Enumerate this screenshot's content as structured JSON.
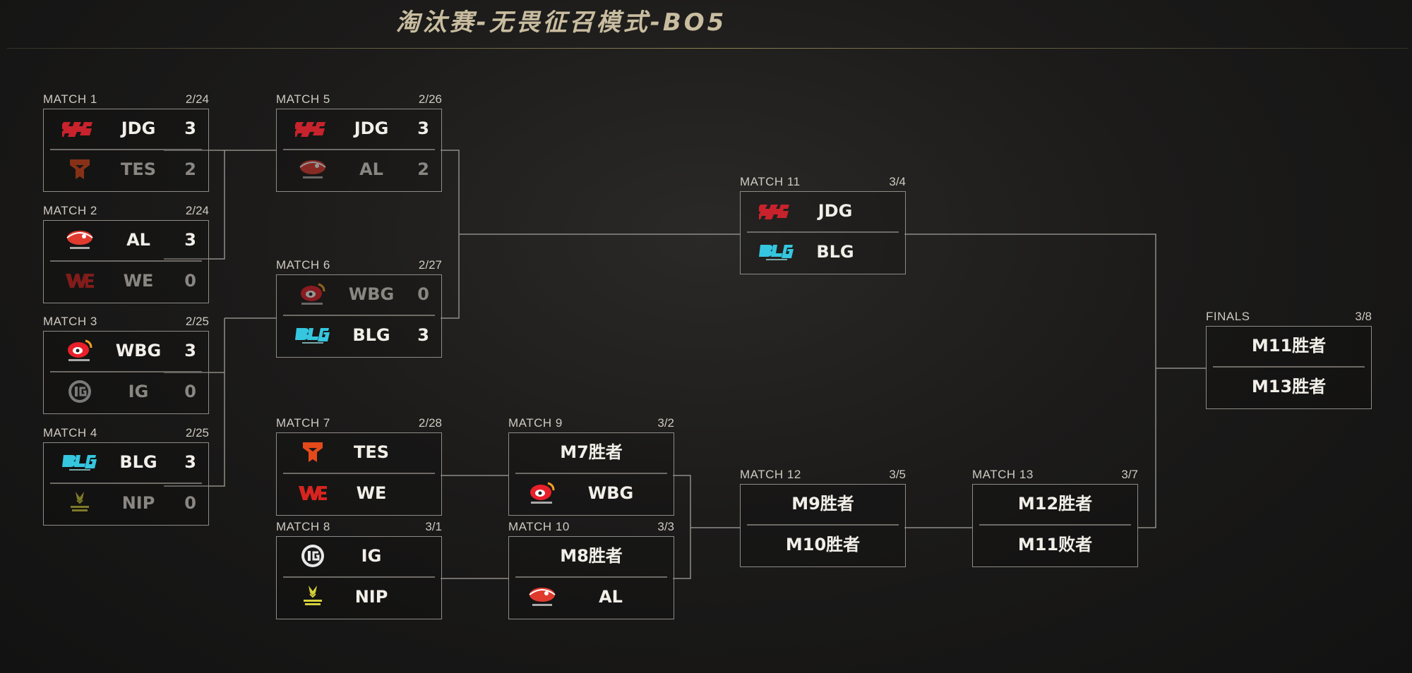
{
  "title": "淘汰赛-无畏征召模式-BO5",
  "colors": {
    "line": "#8f8c86",
    "jdg": "#c8232c",
    "tes": "#e44a1c",
    "al": "#e03a2f",
    "we": "#d8241f",
    "wbg": "#e8202a",
    "blg": "#35c6e0",
    "ig": "#cfcfcf",
    "nip": "#d6d03a"
  },
  "matches": {
    "m1": {
      "label": "MATCH 1",
      "date": "2/24",
      "teams": [
        {
          "name": "JDG",
          "score": "3",
          "logo": "jdg-logo"
        },
        {
          "name": "TES",
          "score": "2",
          "logo": "tes-logo"
        }
      ]
    },
    "m2": {
      "label": "MATCH 2",
      "date": "2/24",
      "teams": [
        {
          "name": "AL",
          "score": "3",
          "logo": "al-logo"
        },
        {
          "name": "WE",
          "score": "0",
          "logo": "we-logo"
        }
      ]
    },
    "m3": {
      "label": "MATCH 3",
      "date": "2/25",
      "teams": [
        {
          "name": "WBG",
          "score": "3",
          "logo": "wbg-logo"
        },
        {
          "name": "IG",
          "score": "0",
          "logo": "ig-logo"
        }
      ]
    },
    "m4": {
      "label": "MATCH 4",
      "date": "2/25",
      "teams": [
        {
          "name": "BLG",
          "score": "3",
          "logo": "blg-logo"
        },
        {
          "name": "NIP",
          "score": "0",
          "logo": "nip-logo"
        }
      ]
    },
    "m5": {
      "label": "MATCH 5",
      "date": "2/26",
      "teams": [
        {
          "name": "JDG",
          "score": "3",
          "logo": "jdg-logo"
        },
        {
          "name": "AL",
          "score": "2",
          "logo": "al-logo"
        }
      ]
    },
    "m6": {
      "label": "MATCH 6",
      "date": "2/27",
      "teams": [
        {
          "name": "WBG",
          "score": "0",
          "logo": "wbg-logo"
        },
        {
          "name": "BLG",
          "score": "3",
          "logo": "blg-logo"
        }
      ]
    },
    "m7": {
      "label": "MATCH 7",
      "date": "2/28",
      "teams": [
        {
          "name": "TES",
          "logo": "tes-logo"
        },
        {
          "name": "WE",
          "logo": "we-logo"
        }
      ]
    },
    "m8": {
      "label": "MATCH 8",
      "date": "3/1",
      "teams": [
        {
          "name": "IG",
          "logo": "ig-logo"
        },
        {
          "name": "NIP",
          "logo": "nip-logo"
        }
      ]
    },
    "m9": {
      "label": "MATCH 9",
      "date": "3/2",
      "teams": [
        {
          "name": "M7胜者"
        },
        {
          "name": "WBG",
          "logo": "wbg-logo"
        }
      ]
    },
    "m10": {
      "label": "MATCH 10",
      "date": "3/3",
      "teams": [
        {
          "name": "M8胜者"
        },
        {
          "name": "AL",
          "logo": "al-logo"
        }
      ]
    },
    "m11": {
      "label": "MATCH 11",
      "date": "3/4",
      "teams": [
        {
          "name": "JDG",
          "logo": "jdg-logo"
        },
        {
          "name": "BLG",
          "logo": "blg-logo"
        }
      ]
    },
    "m12": {
      "label": "MATCH 12",
      "date": "3/5",
      "teams": [
        {
          "name": "M9胜者"
        },
        {
          "name": "M10胜者"
        }
      ]
    },
    "m13": {
      "label": "MATCH 13",
      "date": "3/7",
      "teams": [
        {
          "name": "M12胜者"
        },
        {
          "name": "M11败者"
        }
      ]
    },
    "finals": {
      "label": "FINALS",
      "date": "3/8",
      "teams": [
        {
          "name": "M11胜者"
        },
        {
          "name": "M13胜者"
        }
      ]
    }
  }
}
